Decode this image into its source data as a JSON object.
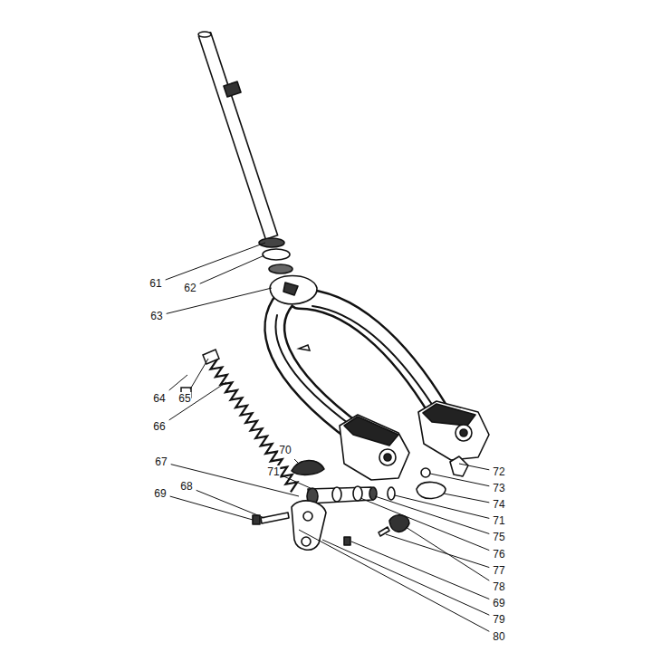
{
  "diagram": {
    "labels": [
      "61",
      "62",
      "63",
      "64",
      "65",
      "66",
      "70",
      "71",
      "67",
      "68",
      "69",
      "72",
      "73",
      "74",
      "71",
      "75",
      "76",
      "77",
      "78",
      "69",
      "79",
      "80"
    ]
  }
}
